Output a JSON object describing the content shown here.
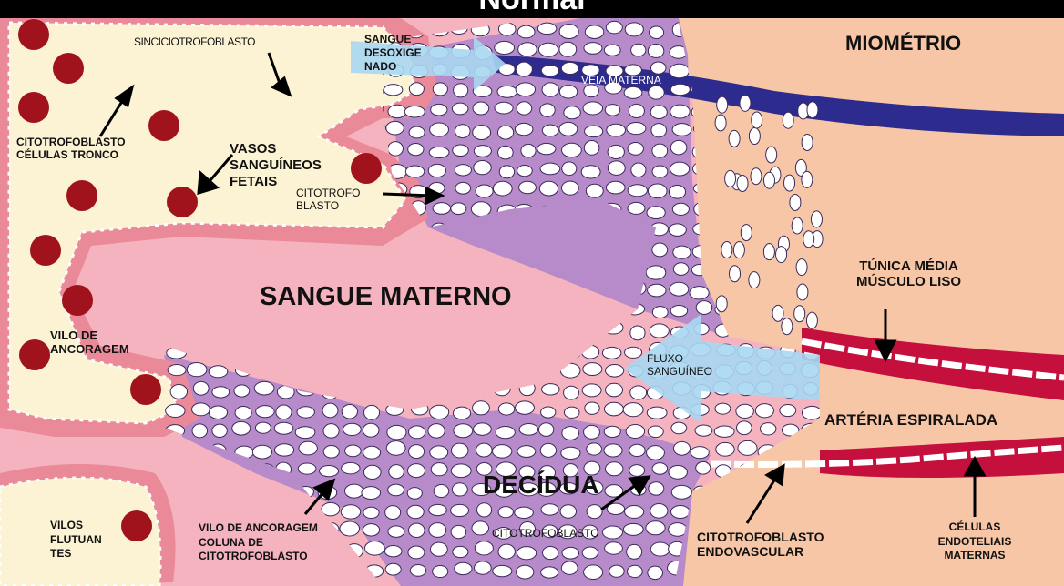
{
  "title": "Normal",
  "labels": {
    "miometrio": "MIOMÉTRIO",
    "sincicio": "SINCICIOTROFOBLASTO",
    "sangue_desox": [
      "SANGUE",
      "DESOXIGE",
      "NADO"
    ],
    "veia": "VEIA MATERNA",
    "citotrofo_tronco": [
      "CITOTROFOBLASTO",
      "CÉLULAS TRONCO"
    ],
    "vasos": [
      "VASOS",
      "SANGUÍNEOS",
      "FETAIS"
    ],
    "citotrofo_blasto": [
      "CITOTROFO",
      "BLASTO"
    ],
    "sangue_materno": "SANGUE MATERNO",
    "tunica": [
      "TÚNICA MÉDIA",
      "MÚSCULO LISO"
    ],
    "vilo_ancoragem": [
      "VILO DE",
      "ANCORAGEM"
    ],
    "fluxo": [
      "FLUXO",
      "SANGUÍNEO"
    ],
    "arteria": "ARTÉRIA ESPIRALADA",
    "decidua": "DECÍDUA",
    "citotrofo_decidua": "CITOTROFOBLASTO",
    "vilos_flutuantes": [
      "VILOS",
      "FLUTUAN",
      "TES"
    ],
    "vilo_coluna": [
      "VILO DE ANCORAGEM",
      "COLUNA DE",
      "CITOTROFOBLASTO"
    ],
    "citotrofo_endo": [
      "CITOTROFOBLASTO",
      "ENDOVASCULAR"
    ],
    "celulas_endo": [
      "CÉLULAS",
      "ENDOTELIAIS",
      "MATERNAS"
    ]
  },
  "colors": {
    "myometrium": "#f7c6a6",
    "maternal_blood": "#f4b3be",
    "decidua": "#b78ac9",
    "villus_core": "#fbf3d3",
    "fetal_rbc": "#a0121c",
    "syncytio": "#ea8a98",
    "vein": "#2d2c8e",
    "artery_muscle": "#c5103e",
    "flow_arrow": "#a9d7f2"
  }
}
